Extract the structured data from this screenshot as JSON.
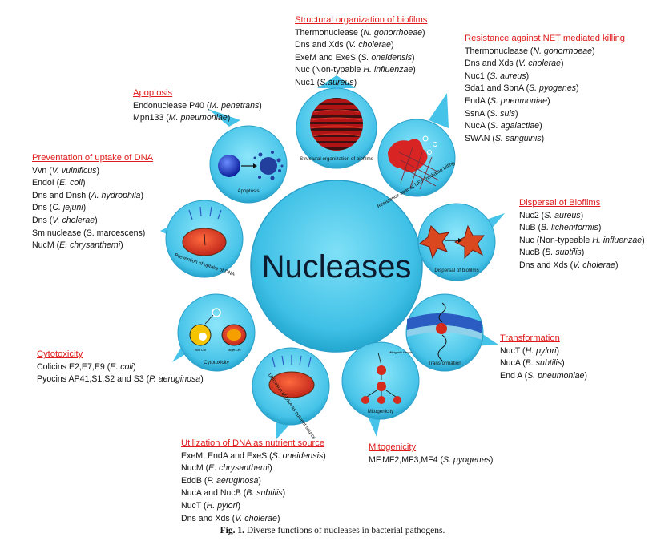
{
  "center_label": "Nucleases",
  "caption": {
    "prefix": "Fig. 1.",
    "text": "Diverse functions of nucleases in bacterial pathogens."
  },
  "colors": {
    "circle": "#4cc6e8",
    "heading": "#e01b1b"
  },
  "circles": {
    "biofilm": "Structural organization of biofilms",
    "net": "Resistance against NET mediated killing",
    "dispersal": "Dispersal of biofilms",
    "transformation": "Transformation",
    "mitogenicity": "Mitogenicity",
    "utilization": "Utilization of DNA as nutrient source",
    "cytotoxicity": "Cytotoxicity",
    "prevention": "Prevention of uptake of DNA",
    "apoptosis": "Apoptosis",
    "mitogenic_factor": "Mitogenic Factor",
    "host_cell": "Host Cell",
    "target_cell": "Target Cell"
  },
  "sections": {
    "biofilm": {
      "heading": "Structural organization of biofilms",
      "items": [
        {
          "t": "Thermonuclease (",
          "s": "N. gonorrhoeae",
          "a": ")"
        },
        {
          "t": "Dns and Xds (",
          "s": "V. cholerae",
          "a": ")"
        },
        {
          "t": "ExeM and ExeS (",
          "s": "S. oneidensis",
          "a": ")"
        },
        {
          "t": "Nuc (Non-typable ",
          "s": "H. influenzae",
          "a": ")"
        },
        {
          "t": "Nuc1 (",
          "s": "S.aureus",
          "a": ")"
        }
      ]
    },
    "net": {
      "heading": "Resistance against NET mediated killing",
      "items": [
        {
          "t": "Thermonuclease (",
          "s": "N. gonorrhoeae",
          "a": ")"
        },
        {
          "t": "Dns and Xds (",
          "s": "V. cholerae",
          "a": ")"
        },
        {
          "t": "Nuc1 (",
          "s": "S. aureus",
          "a": ")"
        },
        {
          "t": "Sda1 and SpnA (",
          "s": "S. pyogenes",
          "a": ")"
        },
        {
          "t": "EndA (",
          "s": "S. pneumoniae",
          "a": ")"
        },
        {
          "t": "SsnA (",
          "s": "S. suis",
          "a": ")"
        },
        {
          "t": "NucA (",
          "s": "S. agalactiae",
          "a": ")"
        },
        {
          "t": "SWAN (",
          "s": "S. sanguinis",
          "a": ")"
        }
      ]
    },
    "apoptosis": {
      "heading": "Apoptosis",
      "items": [
        {
          "t": "Endonuclease P40 (",
          "s": "M. penetrans",
          "a": ")"
        },
        {
          "t": "Mpn133 (",
          "s": "M. pneumoniae",
          "a": ")"
        }
      ]
    },
    "prevention": {
      "heading": "Preventation of uptake of DNA",
      "items": [
        {
          "t": "Vvn (",
          "s": "V. vulnificus",
          "a": ")"
        },
        {
          "t": "EndoI (",
          "s": "E. coli",
          "a": ")"
        },
        {
          "t": "Dns and Dnsh (",
          "s": "A. hydrophila",
          "a": ")"
        },
        {
          "t": "Dns (",
          "s": "C. jejuni",
          "a": ")"
        },
        {
          "t": "Dns (",
          "s": "V. cholerae",
          "a": ")"
        },
        {
          "t": "Sm nuclease (S. marcescens)",
          "s": "",
          "a": ""
        },
        {
          "t": "NucM (",
          "s": "E. chrysanthemi",
          "a": ")"
        }
      ]
    },
    "dispersal": {
      "heading": "Dispersal of Biofilms",
      "items": [
        {
          "t": "Nuc2 (",
          "s": "S. aureus",
          "a": ")"
        },
        {
          "t": "NuB (",
          "s": "B. licheniformis",
          "a": ")"
        },
        {
          "t": "Nuc (Non-typeable ",
          "s": "H. influenzae",
          "a": ")"
        },
        {
          "t": "NucB (",
          "s": "B. subtilis",
          "a": ")"
        },
        {
          "t": "Dns and Xds (",
          "s": "V. cholerae",
          "a": ")"
        }
      ]
    },
    "cytotoxicity": {
      "heading": "Cytotoxicity",
      "items": [
        {
          "t": "Colicins E2,E7,E9 (",
          "s": "E. coli",
          "a": ")"
        },
        {
          "t": "Pyocins AP41,S1,S2 and S3 (",
          "s": "P. aeruginosa",
          "a": ")"
        }
      ]
    },
    "transformation": {
      "heading": "Transformation",
      "items": [
        {
          "t": "NucT (",
          "s": "H. pylori",
          "a": ")"
        },
        {
          "t": "NucA (",
          "s": "B. subtilis",
          "a": ")"
        },
        {
          "t": "End A (",
          "s": "S. pneumoniae",
          "a": ")"
        }
      ]
    },
    "utilization": {
      "heading": "Utilization of DNA as nutrient source",
      "items": [
        {
          "t": "ExeM, EndA and ExeS (",
          "s": "S. oneidensis",
          "a": ")"
        },
        {
          "t": "NucM (",
          "s": "E. chrysanthemi",
          "a": ")"
        },
        {
          "t": "EddB (",
          "s": "P. aeruginosa",
          "a": ")"
        },
        {
          "t": "NucA and NucB (",
          "s": "B. subtilis",
          "a": ")"
        },
        {
          "t": "NucT (",
          "s": "H. pylori",
          "a": ")"
        },
        {
          "t": "Dns and Xds (",
          "s": "V. cholerae",
          "a": ")"
        }
      ]
    },
    "mitogenicity": {
      "heading": "Mitogenicity",
      "items": [
        {
          "t": "MF,MF2,MF3,MF4 (",
          "s": "S. pyogenes",
          "a": ")"
        }
      ]
    }
  }
}
